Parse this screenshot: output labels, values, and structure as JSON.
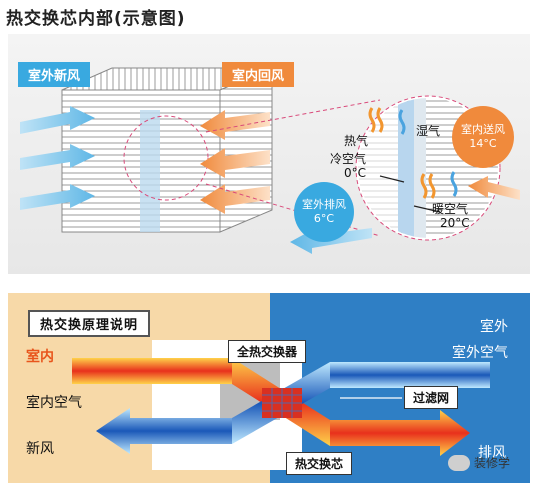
{
  "title": "热交换芯内部(示意图)",
  "top": {
    "outdoor_fresh_air": "室外新风",
    "indoor_return_air": "室内回风",
    "heat_air": "热气",
    "moist_air": "湿气",
    "cold_air": "冷空气",
    "cold_temp": "0°C",
    "warm_air": "暖空气",
    "warm_temp": "20°C",
    "indoor_supply": "室内送风",
    "indoor_supply_temp": "14°C",
    "outdoor_exhaust": "室外排风",
    "outdoor_exhaust_temp": "6°C"
  },
  "bottom": {
    "heading": "热交换原理说明",
    "indoor": "室内",
    "indoor_air": "室内空气",
    "fresh_air": "新风",
    "outdoor": "室外",
    "outdoor_air": "室外空气",
    "exhaust": "排风",
    "full_exchanger": "全热交换器",
    "filter": "过滤网",
    "core": "热交换芯"
  },
  "watermark": "装修学",
  "colors": {
    "blue_tag": "#39a9e0",
    "orange_tag": "#f08a3c",
    "outdoor_bg": "#2f7fc5",
    "indoor_bg": "#f7d9a8"
  }
}
